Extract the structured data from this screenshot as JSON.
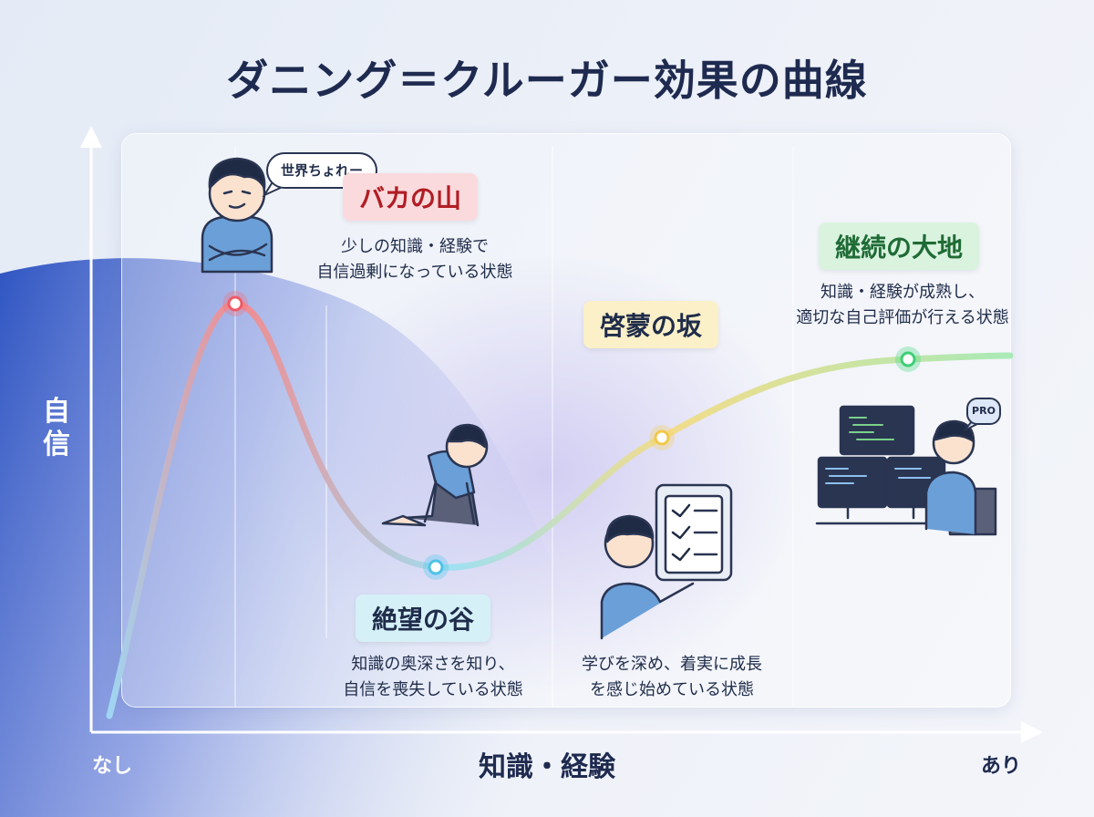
{
  "title": "ダニング＝クルーガー効果の曲線",
  "axes": {
    "y_label": "自信",
    "x_label": "知識・経験",
    "x_min_label": "なし",
    "x_max_label": "あり"
  },
  "stages": [
    {
      "label": "バカの山",
      "description_lines": [
        "少しの知識・経験で",
        "自信過剰になっている状態"
      ],
      "color": "#ef5a66"
    },
    {
      "label": "絶望の谷",
      "description_lines": [
        "知識の奥深さを知り、",
        "自信を喪失している状態"
      ],
      "color": "#4fc2e8"
    },
    {
      "label": "啓蒙の坂",
      "description_lines": [
        "学びを深め、着実に成長",
        "を感じ始めている状態"
      ],
      "color": "#f1c84a"
    },
    {
      "label": "継続の大地",
      "description_lines": [
        "知識・経験が成熟し、",
        "適切な自己評価が行える状態"
      ],
      "color": "#3ecf76"
    }
  ],
  "speech_bubble": "世界ちょれー",
  "badge": "PRO",
  "icons": [
    "arms-crossed-person-icon",
    "kneeling-person-icon",
    "checklist-tablet-person-icon",
    "programmer-at-computer-icon"
  ],
  "colors": {
    "title": "#1e2a4f",
    "background_blob": "#3a5cc0"
  }
}
